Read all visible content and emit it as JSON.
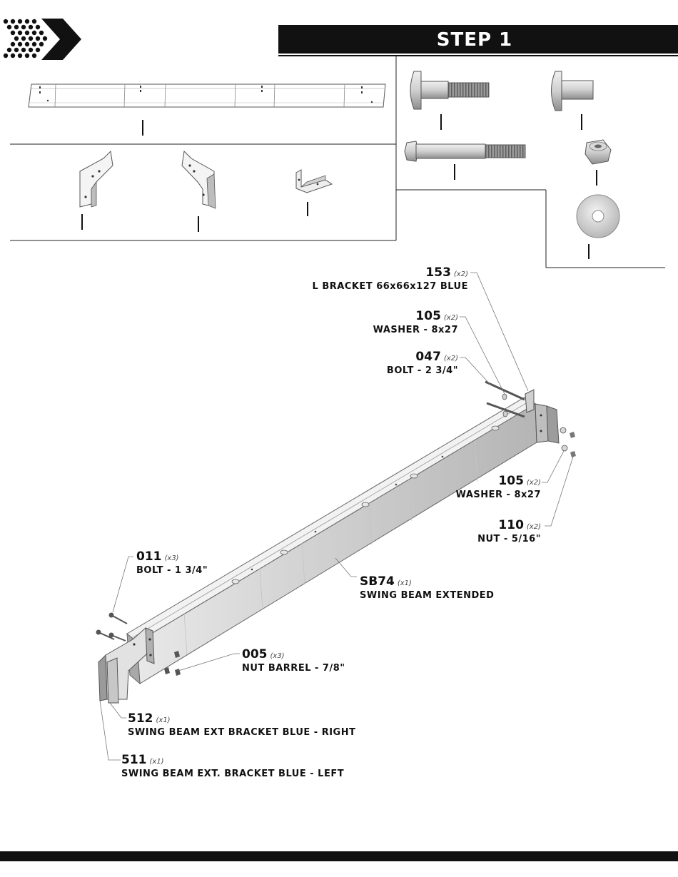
{
  "header": {
    "step_title": "STEP 1"
  },
  "callouts": {
    "c153": {
      "num": "153",
      "qty": "(x2)",
      "desc": "L BRACKET 66x66x127 BLUE"
    },
    "c105a": {
      "num": "105",
      "qty": "(x2)",
      "desc": "WASHER - 8x27"
    },
    "c047": {
      "num": "047",
      "qty": "(x2)",
      "desc": "BOLT - 2 3/4\""
    },
    "c105b": {
      "num": "105",
      "qty": "(x2)",
      "desc": "WASHER - 8x27"
    },
    "c110": {
      "num": "110",
      "qty": "(x2)",
      "desc": "NUT - 5/16\""
    },
    "c011": {
      "num": "011",
      "qty": "(x3)",
      "desc": "BOLT - 1 3/4\""
    },
    "csb74": {
      "num": "SB74",
      "qty": "(x1)",
      "desc": "SWING BEAM EXTENDED"
    },
    "c005": {
      "num": "005",
      "qty": "(x3)",
      "desc": "NUT BARREL - 7/8\""
    },
    "c512": {
      "num": "512",
      "qty": "(x1)",
      "desc": "SWING BEAM EXT BRACKET BLUE - RIGHT"
    },
    "c511": {
      "num": "511",
      "qty": "(x1)",
      "desc": "SWING BEAM EXT. BRACKET BLUE - LEFT"
    }
  },
  "icons": {
    "logo": "chevron-dots-logo",
    "parts": [
      "long-beam",
      "bracket-left",
      "bracket-right",
      "l-bracket",
      "bolt-short",
      "bolt-stub",
      "bolt-long",
      "nut",
      "washer"
    ]
  },
  "colors": {
    "ink": "#111111",
    "metal": "#d6d6d6",
    "metal_dark": "#9a9a9a",
    "paper": "#ffffff"
  }
}
